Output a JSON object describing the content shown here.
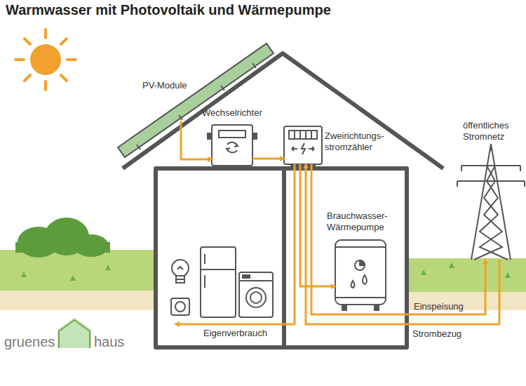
{
  "diagram": {
    "title": "Warmwasser mit Photovoltaik und Wärmepumpe",
    "nodes": [
      {
        "text": [
          "PV-Module"
        ]
      },
      {
        "text": [
          "Wechselrichter"
        ]
      },
      {
        "text": [
          "Zweirichtungs- stromzähler"
        ]
      },
      {
        "text": [
          "Brauchwasser- Wärmepumpe"
        ]
      },
      {
        "text": [
          "öffentliches Stromnetz"
        ]
      },
      {
        "text": [
          "Eigenverbrauch"
        ]
      }
    ],
    "edges": [
      {
        "from": 0,
        "to": 1,
        "arrow": "to"
      },
      {
        "from": 1,
        "to": 2,
        "arrow": "to"
      },
      {
        "from": 2,
        "to": 3,
        "arrow": "to"
      },
      {
        "from": 2,
        "to": 4,
        "label": "Einspeisung",
        "arrow": "to"
      },
      {
        "from": 4,
        "to": 2,
        "label": "Strombezug",
        "arrow": "to"
      },
      {
        "from": 2,
        "to": 5,
        "arrow": "to"
      }
    ],
    "labels": [
      "gruenes",
      "haus"
    ]
  }
}
